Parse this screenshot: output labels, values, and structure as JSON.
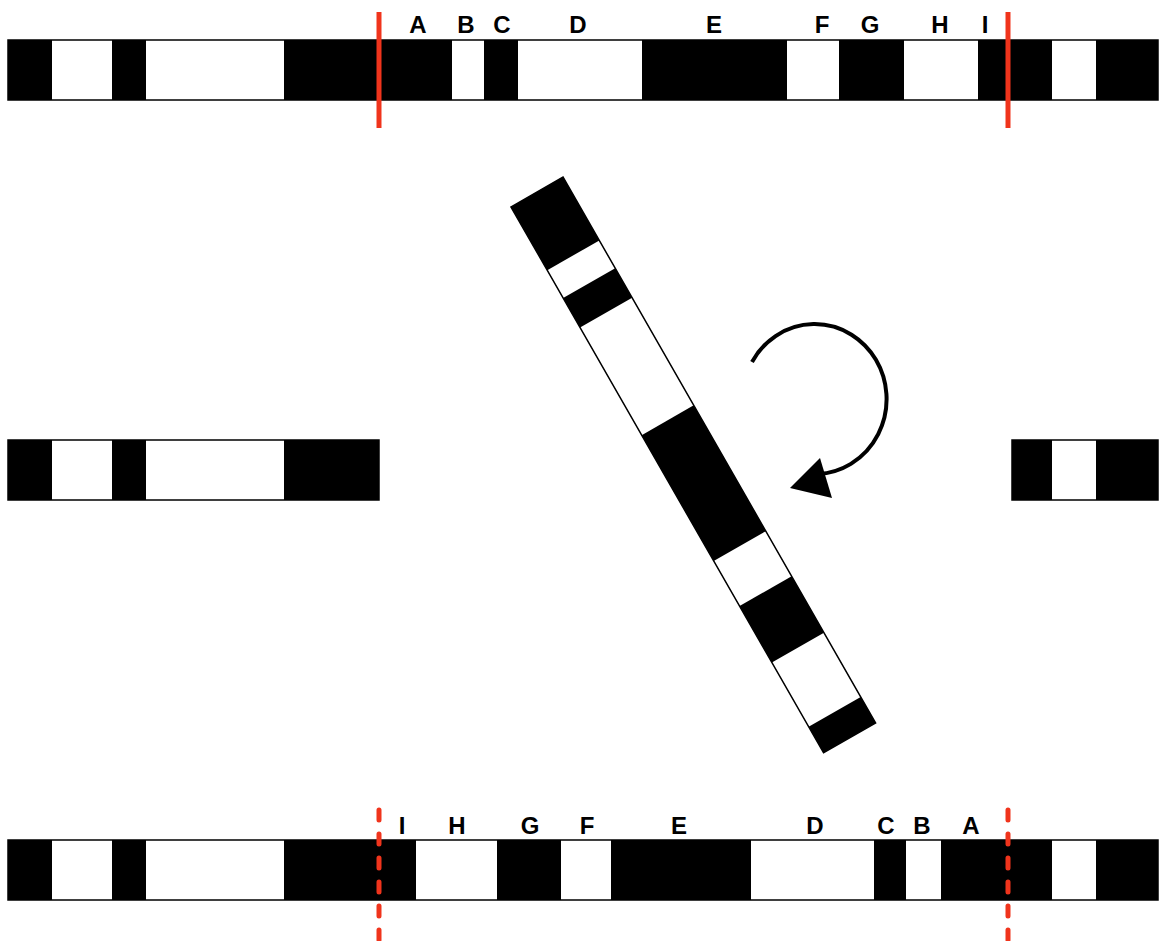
{
  "diagram": {
    "labels": [
      "A",
      "B",
      "C",
      "D",
      "E",
      "F",
      "G",
      "H",
      "I",
      "I",
      "H",
      "G",
      "F",
      "E",
      "D",
      "C",
      "B",
      "A"
    ]
  }
}
